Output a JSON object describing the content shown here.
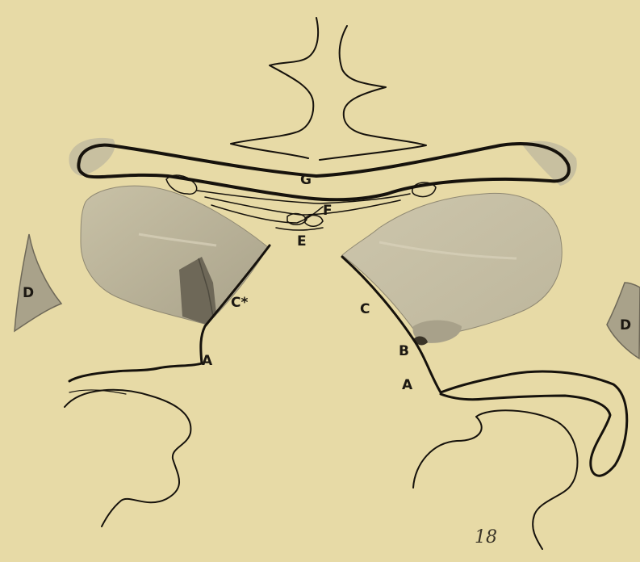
{
  "plate": {
    "paper_color": "#e7daa6",
    "ink_color": "#16120c",
    "shading_color": "#b9b29a",
    "labels": {
      "G": "G",
      "F": "F",
      "E": "E",
      "D_left": "D",
      "D_right": "D",
      "C_star": "C*",
      "C_right": "C",
      "B": "B",
      "A_left": "A",
      "A_right": "A"
    },
    "plate_number": "18"
  }
}
